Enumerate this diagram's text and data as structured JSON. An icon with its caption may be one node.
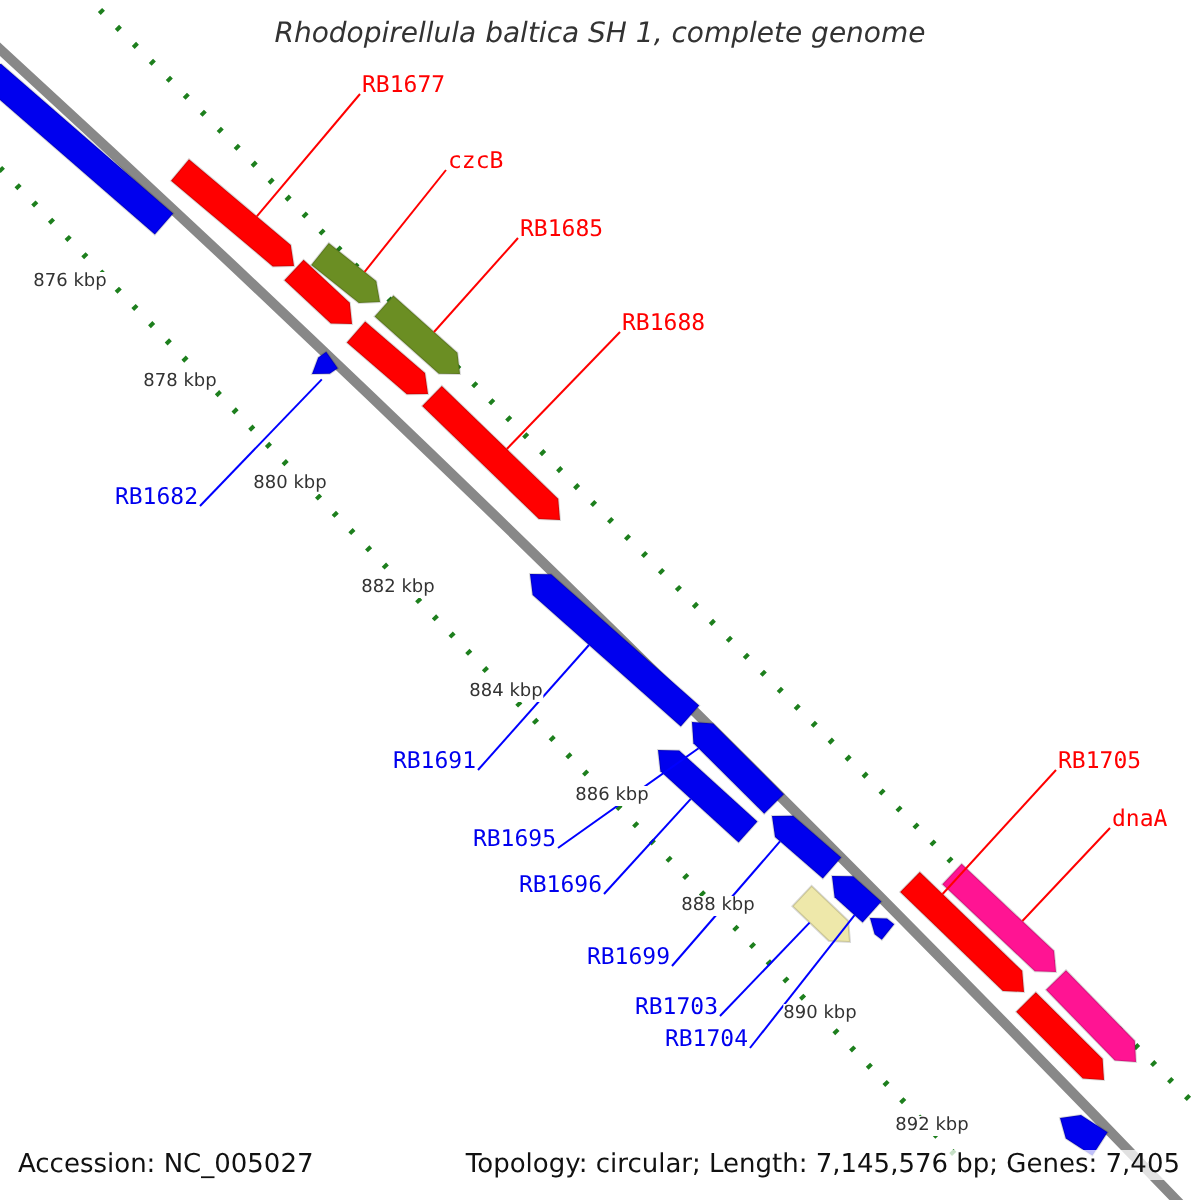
{
  "diagram": {
    "title": "Rhodopirellula baltica SH 1, complete genome",
    "nodes": [
      {
        "text": [],
        "shape": "arrow"
      },
      {
        "text": [
          "RB1677"
        ]
      },
      {
        "text": [],
        "shape": "arrow"
      },
      {
        "text": [],
        "shape": "arrow"
      },
      {
        "text": [
          "czcB"
        ]
      },
      {
        "text": [],
        "shape": "arrow"
      },
      {
        "text": [
          "RB1685"
        ]
      },
      {
        "text": [],
        "shape": "arrow"
      },
      {
        "text": [],
        "shape": "arrow"
      },
      {
        "text": [
          "RB1688"
        ]
      },
      {
        "text": [],
        "shape": "arrow"
      },
      {
        "text": [
          "RB1682"
        ]
      },
      {
        "text": [],
        "shape": "arrow"
      },
      {
        "text": [
          "RB1691"
        ]
      },
      {
        "text": [],
        "shape": "arrow"
      },
      {
        "text": [
          "RB1695"
        ]
      },
      {
        "text": [],
        "shape": "arrow"
      },
      {
        "text": [
          "RB1696"
        ]
      },
      {
        "text": [],
        "shape": "arrow"
      },
      {
        "text": [
          "RB1699"
        ]
      },
      {
        "text": [],
        "shape": "arrow"
      },
      {
        "text": [
          "RB1704"
        ]
      },
      {
        "text": [],
        "shape": "arrow"
      },
      {
        "text": [],
        "shape": "arrow"
      },
      {
        "text": [
          "RB1703"
        ]
      },
      {
        "text": [],
        "shape": "arrow"
      },
      {
        "text": [
          "RB1705"
        ]
      },
      {
        "text": [],
        "shape": "arrow"
      },
      {
        "text": [],
        "shape": "arrow"
      },
      {
        "text": [
          "dnaA"
        ]
      },
      {
        "text": [],
        "shape": "arrow"
      },
      {
        "text": [],
        "shape": "arrow"
      },
      {
        "text": [],
        "shape": "arrow"
      }
    ],
    "edges": [
      {
        "from": 1,
        "to": 2,
        "arrow": "none",
        "color": "#ff0000"
      },
      {
        "from": 4,
        "to": 5,
        "arrow": "none",
        "color": "#ff0000"
      },
      {
        "from": 6,
        "to": 7,
        "arrow": "none",
        "color": "#ff0000"
      },
      {
        "from": 9,
        "to": 10,
        "arrow": "none",
        "color": "#ff0000"
      },
      {
        "from": 11,
        "to": 12,
        "arrow": "none",
        "color": "#0000ff"
      },
      {
        "from": 13,
        "to": 14,
        "arrow": "none",
        "color": "#0000ff"
      },
      {
        "from": 15,
        "to": 16,
        "arrow": "none",
        "color": "#0000ff"
      },
      {
        "from": 17,
        "to": 18,
        "arrow": "none",
        "color": "#0000ff"
      },
      {
        "from": 19,
        "to": 20,
        "arrow": "none",
        "color": "#0000ff"
      },
      {
        "from": 21,
        "to": 22,
        "arrow": "none",
        "color": "#0000ff"
      },
      {
        "from": 24,
        "to": 25,
        "arrow": "none",
        "color": "#0000ff"
      },
      {
        "from": 26,
        "to": 27,
        "arrow": "none",
        "color": "#ff0000"
      },
      {
        "from": 29,
        "to": 30,
        "arrow": "none",
        "color": "#ff0000"
      }
    ],
    "labels": [
      "876 kbp",
      "878 kbp",
      "880 kbp",
      "882 kbp",
      "884 kbp",
      "886 kbp",
      "888 kbp",
      "890 kbp",
      "892 kbp",
      "Accession: NC_005027",
      "Topology: circular; Length: 7,145,576 bp; Genes: 7,405"
    ]
  }
}
